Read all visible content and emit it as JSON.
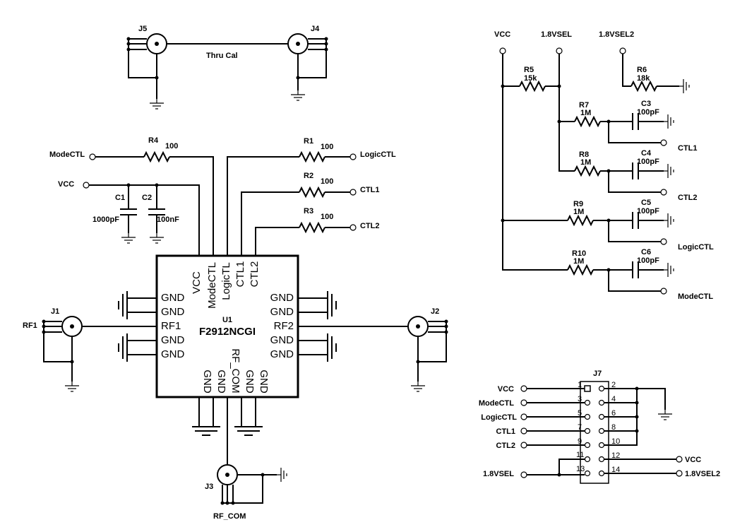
{
  "ic": {
    "ref": "U1",
    "part": "F2912NCGI",
    "top_pins": [
      "VCC",
      "ModeCTL",
      "LogicTL",
      "CTL1",
      "CTL2"
    ],
    "left_pins": [
      "GND",
      "GND",
      "RF1",
      "GND",
      "GND"
    ],
    "right_pins": [
      "GND",
      "GND",
      "RF2",
      "GND",
      "GND"
    ],
    "bottom_pins": [
      "GND",
      "GND",
      "RF_COM",
      "GND",
      "GND"
    ]
  },
  "connectors": {
    "j1": "J1",
    "j2": "J2",
    "j3": "J3",
    "j4": "J4",
    "j5": "J5",
    "j7": "J7"
  },
  "thru_cal": "Thru Cal",
  "nets": {
    "rf1": "RF1",
    "rf_com": "RF_COM",
    "vcc": "VCC",
    "modectl": "ModeCTL",
    "logicctl": "LogicCTL",
    "ctl1": "CTL1",
    "ctl2": "CTL2",
    "v18sel": "1.8VSEL",
    "v18sel2": "1.8VSEL2"
  },
  "resistors": {
    "r1": {
      "ref": "R1",
      "val": "100"
    },
    "r2": {
      "ref": "R2",
      "val": "100"
    },
    "r3": {
      "ref": "R3",
      "val": "100"
    },
    "r4": {
      "ref": "R4",
      "val": "100"
    },
    "r5": {
      "ref": "R5",
      "val": "15k"
    },
    "r6": {
      "ref": "R6",
      "val": "18k"
    },
    "r7": {
      "ref": "R7",
      "val": "1M"
    },
    "r8": {
      "ref": "R8",
      "val": "1M"
    },
    "r9": {
      "ref": "R9",
      "val": "1M"
    },
    "r10": {
      "ref": "R10",
      "val": "1M"
    }
  },
  "capacitors": {
    "c1": {
      "ref": "C1",
      "val": "1000pF"
    },
    "c2": {
      "ref": "C2",
      "val": "100nF"
    },
    "c3": {
      "ref": "C3",
      "val": "100pF"
    },
    "c4": {
      "ref": "C4",
      "val": "100pF"
    },
    "c5": {
      "ref": "C5",
      "val": "100pF"
    },
    "c6": {
      "ref": "C6",
      "val": "100pF"
    }
  },
  "header": {
    "left_labels": [
      "VCC",
      "ModeCTL",
      "LogicCTL",
      "CTL1",
      "CTL2",
      "1.8VSEL"
    ],
    "right_labels": [
      "VCC",
      "1.8VSEL2"
    ],
    "pin_numbers": [
      "1",
      "2",
      "3",
      "4",
      "5",
      "6",
      "7",
      "8",
      "9",
      "10",
      "11",
      "12",
      "13",
      "14"
    ]
  }
}
